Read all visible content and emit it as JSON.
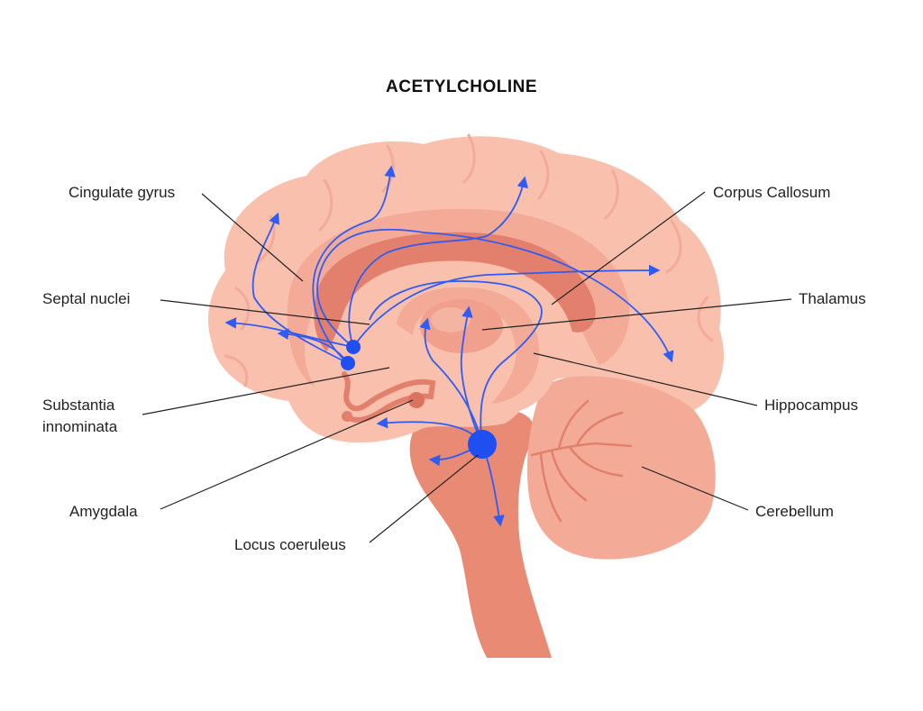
{
  "title": "ACETYLCHOLINE",
  "labels": {
    "cingulate_gyrus": "Cingulate gyrus",
    "septal_nuclei": "Septal nuclei",
    "substantia_innominata_line1": "Substantia",
    "substantia_innominata_line2": "innominata",
    "amygdala": "Amygdala",
    "locus_coeruleus": "Locus coeruleus",
    "corpus_callosum": "Corpus Callosum",
    "thalamus": "Thalamus",
    "hippocampus": "Hippocampus",
    "cerebellum": "Cerebellum"
  },
  "colors": {
    "cortex": "#f9c0ad",
    "cortex_fold": "#f3ab98",
    "inner_band": "#f3ab98",
    "corpus_callosum": "#e2806d",
    "thalamus": "#f0a08c",
    "brainstem": "#e88a74",
    "pathway": "#2f5cf5",
    "nucleus": "#1f4ff0",
    "leader_line": "#222222"
  }
}
